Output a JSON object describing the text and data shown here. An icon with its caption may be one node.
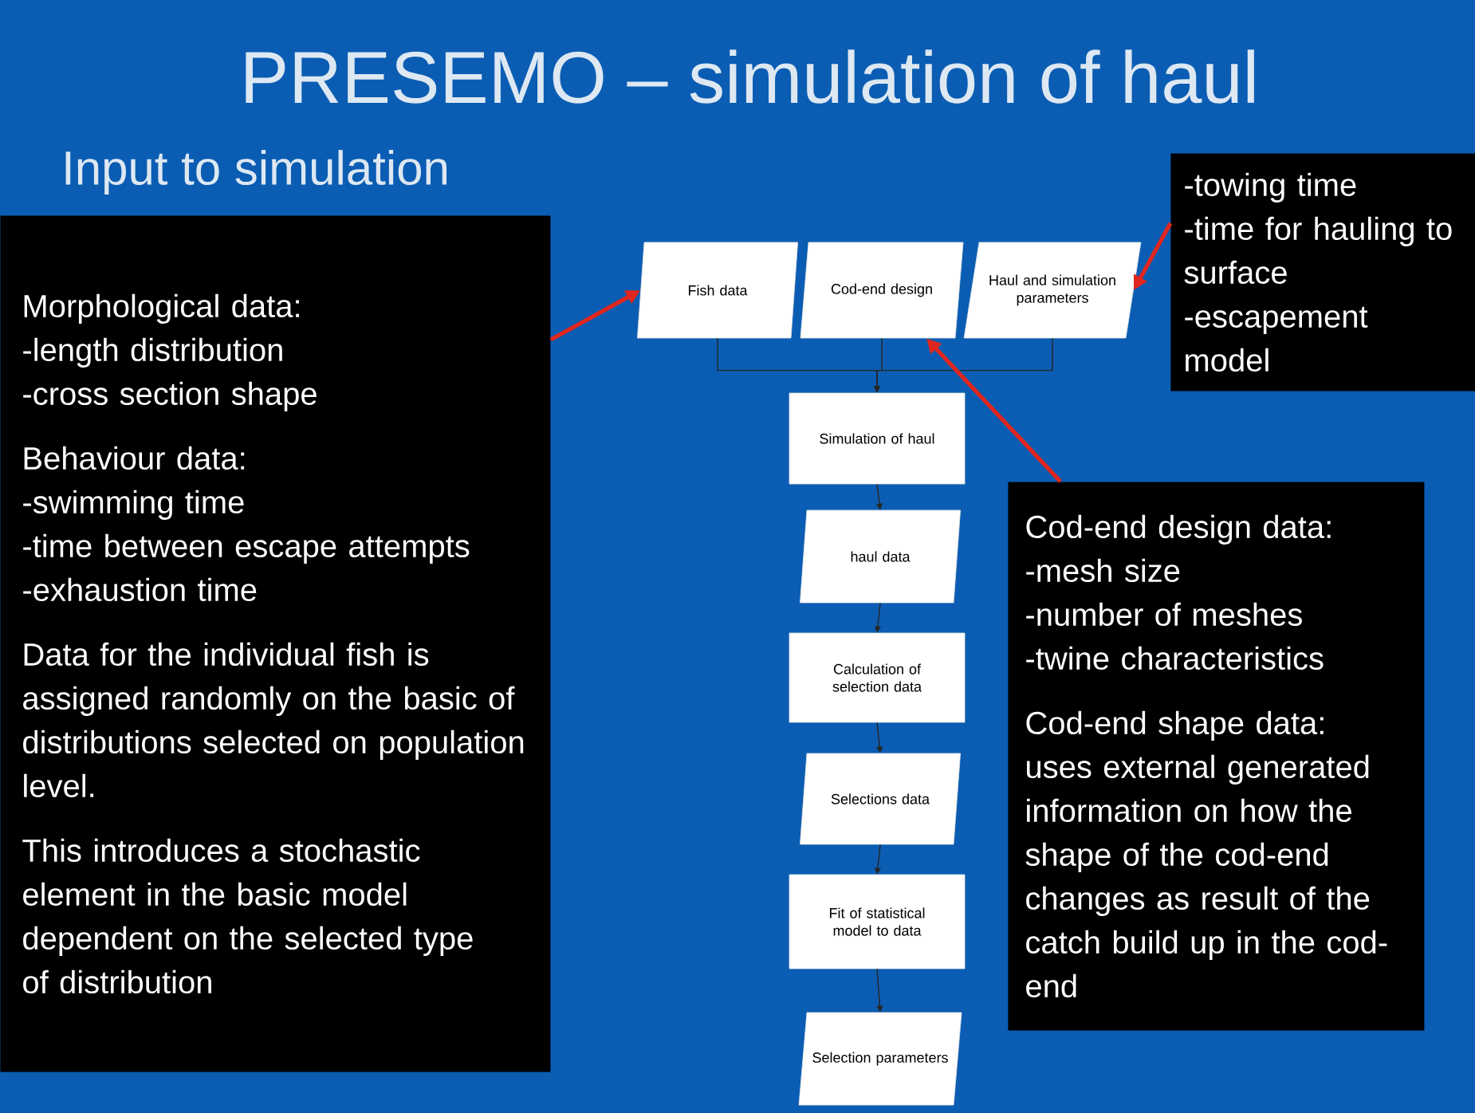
{
  "diagram": {
    "title": "PRESEMO – simulation of haul",
    "nodes": [
      {
        "text": [
          "Morphological data:",
          "-length distribution",
          "-cross section shape",
          "Behaviour data:",
          "-swimming time",
          "-time between escape attempts",
          "-exhaustion time",
          "Data for the individual fish is assigned randomly on the basic of distributions selected on population level.",
          "This introduces a stochastic element in the basic model dependent on the selected type of distribution"
        ]
      },
      {
        "text": [
          "Fish data"
        ]
      },
      {
        "text": [
          "Cod-end design"
        ]
      },
      {
        "text": [
          "Haul and simulation parameters"
        ]
      },
      {
        "text": [
          "Simulation of haul"
        ]
      },
      {
        "text": [
          "haul data"
        ]
      },
      {
        "text": [
          "Calculation of selection data"
        ]
      },
      {
        "text": [
          "Selections data"
        ]
      },
      {
        "text": [
          "Fit of statistical model to data"
        ]
      },
      {
        "text": [
          "Selection parameters"
        ]
      },
      {
        "text": [
          "-towing time",
          "-time for hauling to surface",
          "-escapement model"
        ]
      },
      {
        "text": [
          "Cod-end design data:",
          "-mesh size",
          "-number of meshes",
          "-twine characteristics",
          "Cod-end shape data:",
          "uses external generated information on how the shape of the cod-end changes as result of the catch build up in the cod-end"
        ]
      }
    ],
    "edges": [
      {
        "from": 1,
        "to": 4,
        "arrow": "to"
      },
      {
        "from": 2,
        "to": 4,
        "arrow": "to"
      },
      {
        "from": 3,
        "to": 4,
        "arrow": "to"
      },
      {
        "from": 4,
        "to": 5,
        "arrow": "to"
      },
      {
        "from": 5,
        "to": 6,
        "arrow": "to"
      },
      {
        "from": 6,
        "to": 7,
        "arrow": "to"
      },
      {
        "from": 7,
        "to": 8,
        "arrow": "to"
      },
      {
        "from": 8,
        "to": 9,
        "arrow": "to"
      },
      {
        "from": 0,
        "to": 1,
        "arrow": "to",
        "style": "thick",
        "color": "#e0261f"
      },
      {
        "from": 10,
        "to": 3,
        "arrow": "to",
        "style": "thick",
        "color": "#e0261f"
      },
      {
        "from": 11,
        "to": 2,
        "arrow": "to",
        "style": "thick",
        "color": "#e0261f"
      }
    ],
    "labels": [
      "Input to simulation"
    ]
  }
}
